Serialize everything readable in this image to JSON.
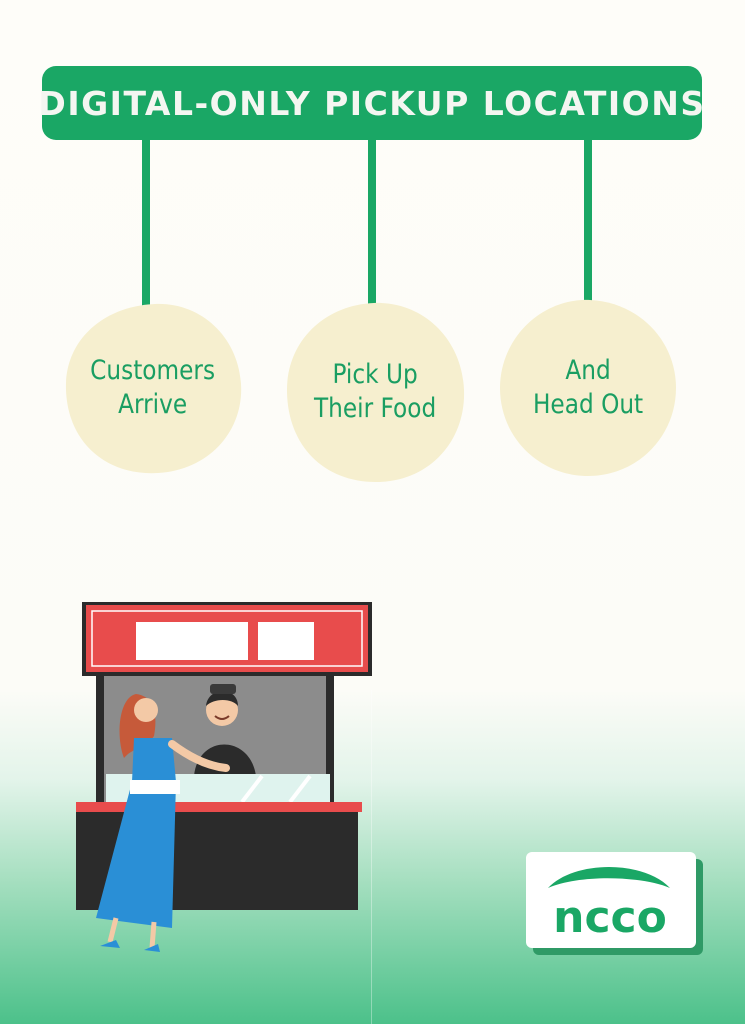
{
  "banner": {
    "title": "DIGITAL-ONLY PICKUP LOCATIONS"
  },
  "steps": [
    {
      "line1": "Customers",
      "line2": "Arrive"
    },
    {
      "line1": "Pick Up",
      "line2": "Their Food"
    },
    {
      "line1": "And",
      "line2": "Head Out"
    }
  ],
  "logo": {
    "wordmark": "ncco"
  },
  "colors": {
    "brand_green": "#1aa765",
    "blob_cream": "#f6efcf",
    "stall_red": "#e84c4c"
  }
}
